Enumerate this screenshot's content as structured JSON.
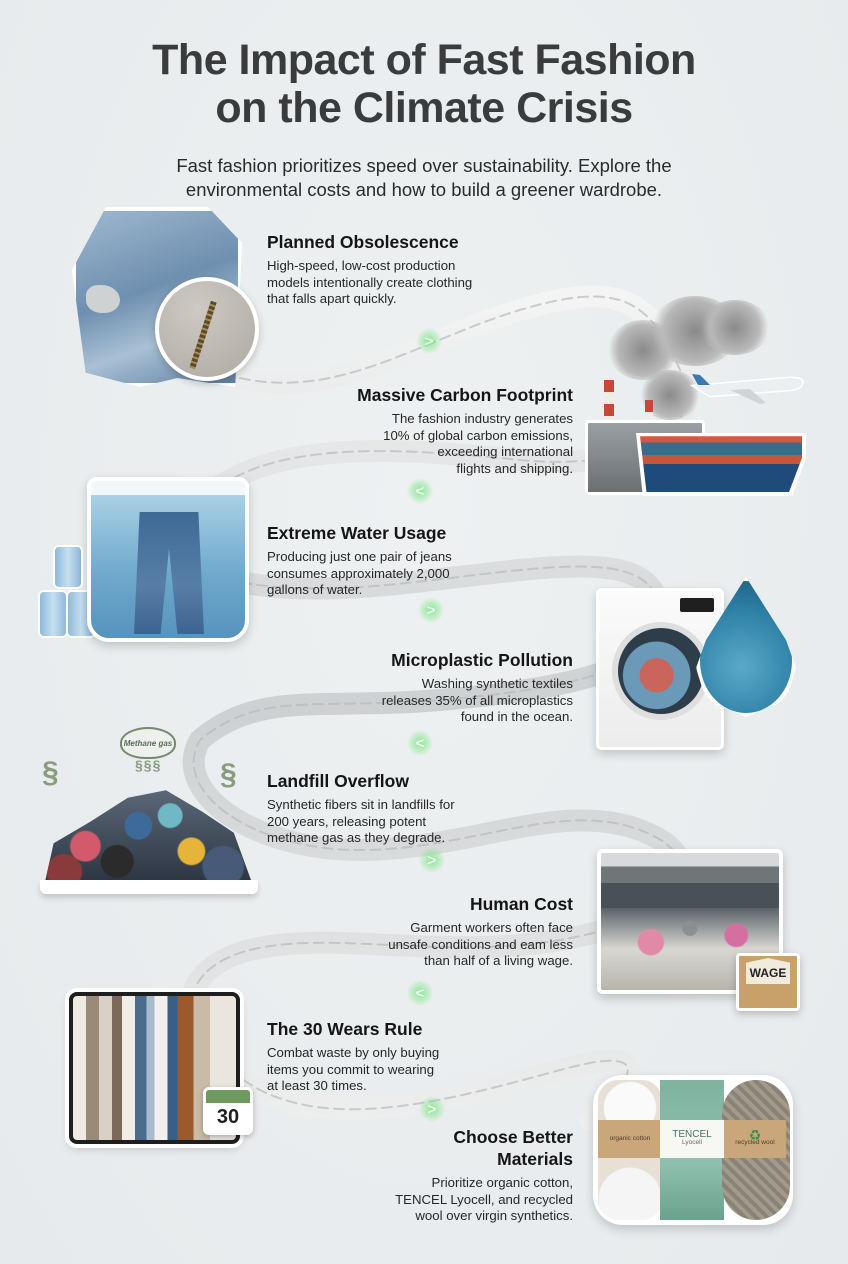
{
  "header": {
    "title_line1": "The Impact of Fast Fashion",
    "title_line2": "on the Climate Crisis",
    "subtitle_line1": "Fast fashion prioritizes speed over sustainability. Explore the",
    "subtitle_line2": "environmental costs and how to build a greener wardrobe."
  },
  "colors": {
    "background": "#e9edef",
    "title": "#3a3b3c",
    "heading": "#151515",
    "body_text": "#262626",
    "arrow_glow": "#78e682"
  },
  "steps": [
    {
      "heading": "Planned Obsolescence",
      "body_lines": [
        "High-speed, low-cost production",
        "models intentionally create clothing",
        "that falls apart quickly."
      ],
      "icon": "torn-denim-jacket-icon",
      "align": "left"
    },
    {
      "heading": "Massive Carbon Footprint",
      "body_lines": [
        "The fashion industry generates",
        "10% of global carbon emissions,",
        "exceeding international",
        "flights and shipping."
      ],
      "icon": "factory-plane-ship-icon",
      "align": "right"
    },
    {
      "heading": "Extreme Water Usage",
      "body_lines": [
        "Producing just one pair of jeans",
        "consumes approximately 2,000",
        "gallons of water."
      ],
      "icon": "jeans-in-water-tank-icon",
      "align": "left"
    },
    {
      "heading": "Microplastic Pollution",
      "body_lines": [
        "Washing synthetic textiles",
        "releases 35% of all microplastics",
        "found in the ocean."
      ],
      "icon": "washing-machine-water-drop-icon",
      "align": "right"
    },
    {
      "heading": "Landfill Overflow",
      "body_lines": [
        "Synthetic fibers sit in landfills for",
        "200 years, releasing potent",
        "methane gas as they degrade."
      ],
      "icon": "clothing-landfill-pile-icon",
      "badge": "Methane gas",
      "align": "left"
    },
    {
      "heading": "Human Cost",
      "body_lines": [
        "Garment workers often face",
        "unsafe conditions and eam less",
        "than half of a living wage."
      ],
      "icon": "garment-factory-icon",
      "badge": "WAGE",
      "align": "right"
    },
    {
      "heading": "The 30 Wears Rule",
      "body_lines": [
        "Combat waste by only buying",
        "items you commit to wearing",
        "at least 30 times."
      ],
      "icon": "clothing-rack-icon",
      "badge": "30",
      "align": "left"
    },
    {
      "heading_lines": [
        "Choose Better",
        "Materials"
      ],
      "body_lines": [
        "Prioritize organic cotton,",
        "TENCEL Lyocell, and recycled",
        "wool over virgin synthetics."
      ],
      "icon": "sustainable-materials-icon",
      "labels": {
        "cotton": "organic cotton",
        "tencel": "TENCEL",
        "tencel_sub": "Lyocell",
        "wool": "recycled wool"
      },
      "align": "right"
    }
  ],
  "arrows": [
    ">",
    "<",
    ">",
    "<",
    ">",
    "<",
    ">"
  ]
}
